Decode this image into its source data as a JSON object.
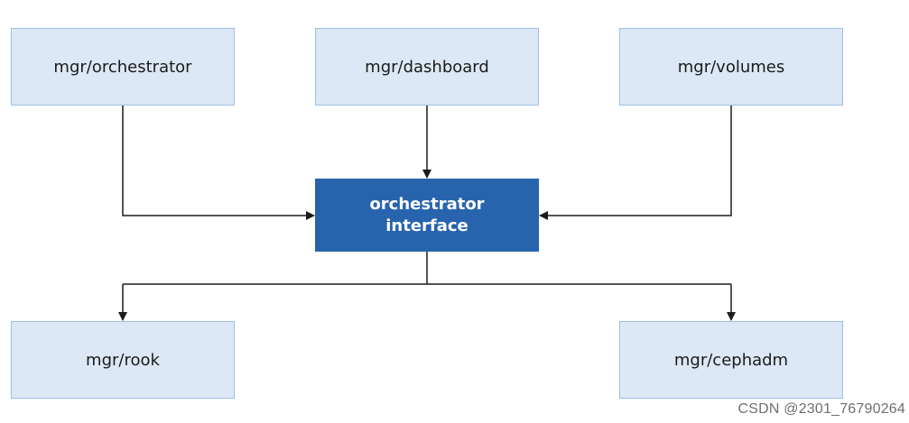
{
  "nodes": {
    "orchestrator": "mgr/orchestrator",
    "dashboard": "mgr/dashboard",
    "volumes": "mgr/volumes",
    "interface": "orchestrator\ninterface",
    "rook": "mgr/rook",
    "cephadm": "mgr/cephadm"
  },
  "watermark": "CSDN @2301_76790264",
  "colors": {
    "node_fill": "#dce8f6",
    "node_border": "#9dbfe3",
    "interface_fill": "#2764ad",
    "connector": "#1b1b1b"
  }
}
